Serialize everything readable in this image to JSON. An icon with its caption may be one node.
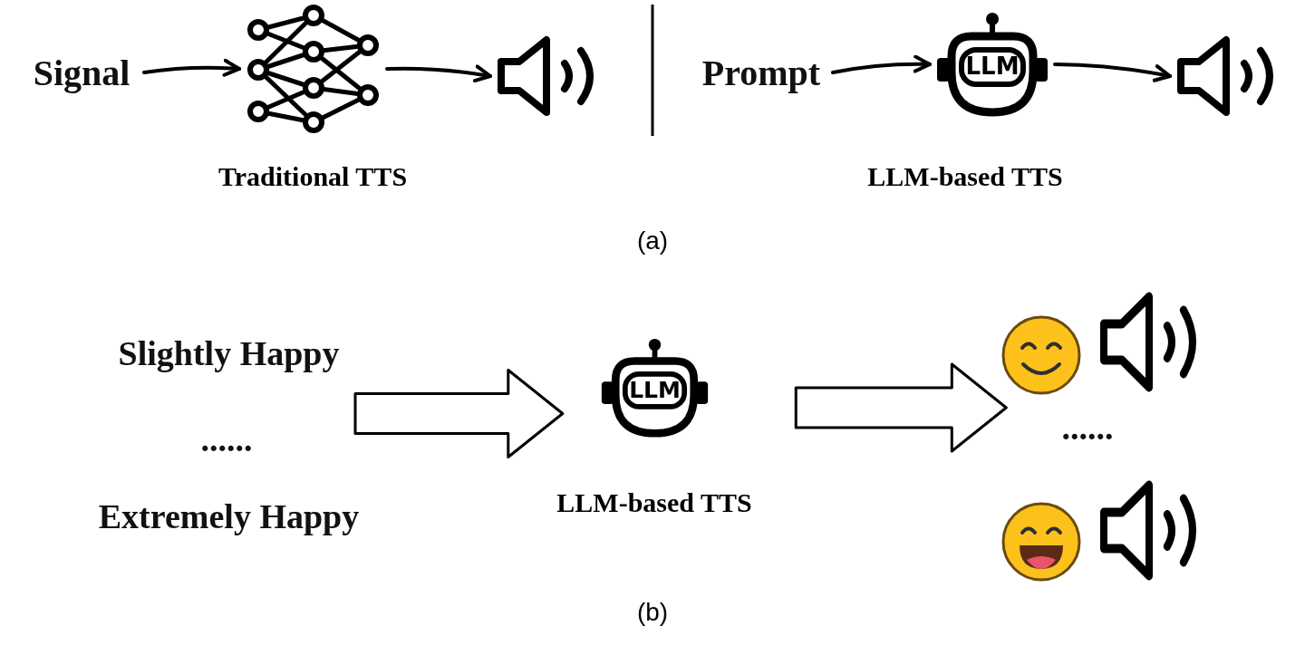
{
  "diagram": {
    "nodes": [
      {
        "text": [
          "Signal"
        ]
      },
      {
        "text": [],
        "shape": "picture",
        "beside": [
          "Traditional TTS"
        ]
      },
      {
        "text": [],
        "shape": "picture"
      },
      {
        "text": [
          "Prompt"
        ]
      },
      {
        "text": [
          "LLM"
        ],
        "beside": [
          "LLM-based TTS"
        ]
      },
      {
        "text": [],
        "shape": "picture"
      },
      {
        "text": [
          "Slightly Happy"
        ]
      },
      {
        "text": [
          "......"
        ]
      },
      {
        "text": [
          "Extremely Happy"
        ]
      },
      {
        "text": [
          "LLM"
        ],
        "beside": [
          "LLM-based TTS"
        ]
      },
      {
        "text": [],
        "shape": "picture"
      },
      {
        "text": [],
        "shape": "picture"
      },
      {
        "text": [
          "......"
        ]
      },
      {
        "text": [],
        "shape": "picture"
      },
      {
        "text": [],
        "shape": "picture"
      }
    ],
    "edges": [
      {
        "from": 0,
        "to": 1,
        "arrow": "to"
      },
      {
        "from": 1,
        "to": 2,
        "arrow": "to"
      },
      {
        "from": 3,
        "to": 4,
        "arrow": "to"
      },
      {
        "from": 4,
        "to": 5,
        "arrow": "to"
      },
      {
        "from": 7,
        "to": 9,
        "arrow": "to",
        "style": "thick"
      },
      {
        "from": 9,
        "to": 12,
        "arrow": "to",
        "style": "thick"
      }
    ],
    "labels": [
      "(a)",
      "(b)"
    ]
  }
}
